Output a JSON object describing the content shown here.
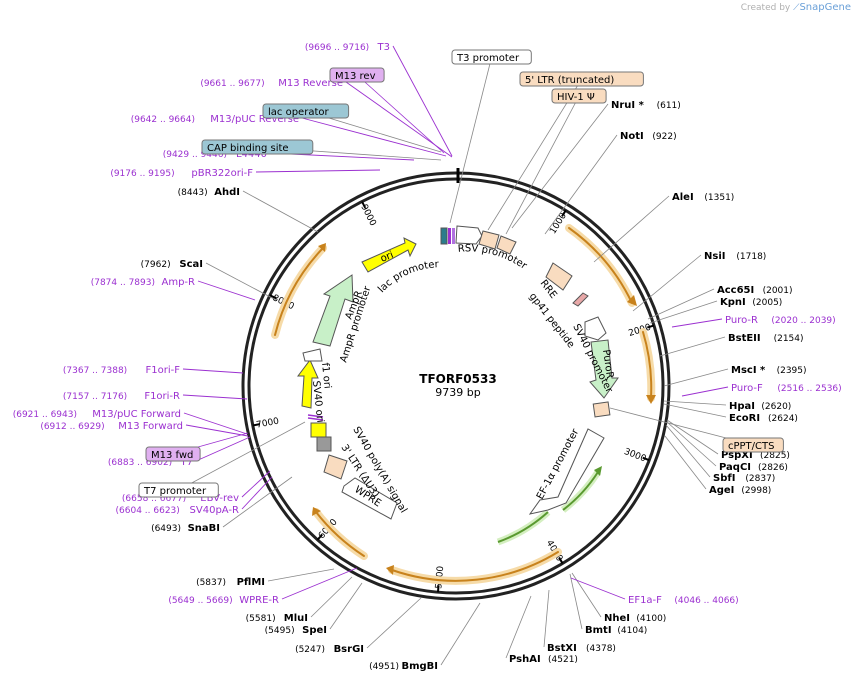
{
  "brand": {
    "prefix": "Created by",
    "name": "SnapGene"
  },
  "plasmid": {
    "name": "TFORF0533",
    "size": "9739 bp"
  },
  "ticks": [
    {
      "label": "1000",
      "angle": 32
    },
    {
      "label": "2000",
      "angle": 73
    },
    {
      "label": "3000",
      "angle": 111
    },
    {
      "label": "4000",
      "angle": 149
    },
    {
      "label": "5000",
      "angle": 185
    },
    {
      "label": "6000",
      "angle": 222
    },
    {
      "label": "7000",
      "angle": 259
    },
    {
      "label": "8000",
      "angle": 296
    },
    {
      "label": "9000",
      "angle": 333
    }
  ],
  "enzymes": [
    {
      "name": "NruI *",
      "pos": "(611)",
      "side": "R"
    },
    {
      "name": "NotI",
      "pos": "(922)",
      "side": "R"
    },
    {
      "name": "AleI",
      "pos": "(1351)",
      "side": "R"
    },
    {
      "name": "NsiI",
      "pos": "(1718)",
      "side": "R"
    },
    {
      "name": "Acc65I",
      "pos": "(2001)",
      "side": "R"
    },
    {
      "name": "KpnI",
      "pos": "(2005)",
      "side": "R"
    },
    {
      "name": "BstEII",
      "pos": "(2154)",
      "side": "R"
    },
    {
      "name": "MscI *",
      "pos": "(2395)",
      "side": "R"
    },
    {
      "name": "HpaI",
      "pos": "(2620)",
      "side": "R"
    },
    {
      "name": "EcoRI",
      "pos": "(2624)",
      "side": "R"
    },
    {
      "name": "PspXI",
      "pos": "(2825)",
      "side": "R"
    },
    {
      "name": "PaqCI",
      "pos": "(2826)",
      "side": "R"
    },
    {
      "name": "SbfI",
      "pos": "(2837)",
      "side": "R"
    },
    {
      "name": "AgeI",
      "pos": "(2998)",
      "side": "R"
    },
    {
      "name": "NheI",
      "pos": "(4100)",
      "side": "R"
    },
    {
      "name": "BmtI",
      "pos": "(4104)",
      "side": "R"
    },
    {
      "name": "BstXI",
      "pos": "(4378)",
      "side": "R"
    },
    {
      "name": "PshAI",
      "pos": "(4521)",
      "side": "R"
    },
    {
      "name": "BmgBI",
      "pos": "(4951)",
      "side": "L"
    },
    {
      "name": "BsrGI",
      "pos": "(5247)",
      "side": "L"
    },
    {
      "name": "SpeI",
      "pos": "(5495)",
      "side": "L"
    },
    {
      "name": "MluI",
      "pos": "(5581)",
      "side": "L"
    },
    {
      "name": "PflMI",
      "pos": "(5837)",
      "side": "L"
    },
    {
      "name": "SnaBI",
      "pos": "(6493)",
      "side": "L"
    },
    {
      "name": "ScaI",
      "pos": "(7962)",
      "side": "L"
    },
    {
      "name": "AhdI",
      "pos": "(8443)",
      "side": "L"
    }
  ],
  "primers": [
    {
      "name": "Puro-R",
      "pos": "(2020 .. 2039)",
      "side": "R"
    },
    {
      "name": "Puro-F",
      "pos": "(2516 .. 2536)",
      "side": "R"
    },
    {
      "name": "EF1a-F",
      "pos": "(4046 .. 4066)",
      "side": "R"
    },
    {
      "name": "WPRE-R",
      "pos": "(5649 .. 5669)",
      "side": "L"
    },
    {
      "name": "SV40pA-R",
      "pos": "(6604 .. 6623)",
      "side": "L"
    },
    {
      "name": "EBV-rev",
      "pos": "(6658 .. 6677)",
      "side": "L"
    },
    {
      "name": "T7",
      "pos": "(6883 .. 6902)",
      "side": "L"
    },
    {
      "name": "M13 Forward",
      "pos": "(6912 .. 6929)",
      "side": "L"
    },
    {
      "name": "M13/pUC Forward",
      "pos": "(6921 .. 6943)",
      "side": "L"
    },
    {
      "name": "F1ori-R",
      "pos": "(7157 .. 7176)",
      "side": "L"
    },
    {
      "name": "F1ori-F",
      "pos": "(7367 .. 7388)",
      "side": "L"
    },
    {
      "name": "Amp-R",
      "pos": "(7874 .. 7893)",
      "side": "L"
    },
    {
      "name": "pBR322ori-F",
      "pos": "(9176 .. 9195)",
      "side": "L"
    },
    {
      "name": "L4440",
      "pos": "(9429 .. 9446)",
      "side": "L"
    },
    {
      "name": "M13/pUC Reverse",
      "pos": "(9642 .. 9664)",
      "side": "L"
    },
    {
      "name": "M13 Reverse",
      "pos": "(9661 .. 9677)",
      "side": "L"
    },
    {
      "name": "T3",
      "pos": "(9696 .. 9716)",
      "side": "L"
    }
  ],
  "boxed": [
    {
      "name": "T3 promoter",
      "type": "promoter"
    },
    {
      "name": "M13 rev",
      "type": "primer_bind"
    },
    {
      "name": "lac operator",
      "type": "protein_bind"
    },
    {
      "name": "CAP binding site",
      "type": "protein_bind"
    },
    {
      "name": "5' LTR (truncated)",
      "type": "ltr"
    },
    {
      "name": "HIV-1 Ψ",
      "type": "ltr"
    },
    {
      "name": "cPPT/CTS",
      "type": "ltr"
    },
    {
      "name": "M13 fwd",
      "type": "primer_bind"
    },
    {
      "name": "T7 promoter",
      "type": "promoter"
    }
  ],
  "features": [
    "RSV promoter",
    "RRE",
    "gp41 peptide",
    "SV40 promoter",
    "PuroR",
    "EF-1α promoter",
    "WPRE",
    "3' LTR (ΔU3)",
    "SV40 poly(A) signal",
    "SV40 ori",
    "f1 ori",
    "AmpR promoter",
    "AmpR",
    "ori",
    "lac promoter"
  ],
  "colors": {
    "primer": "#9b30d0",
    "promoter_fill": "#ffffff",
    "ltr_fill": "#f9dcc0",
    "protein_bind_fill": "#9cc7d4",
    "primer_bind_fill": "#e0b0f0",
    "cds_fill": "#c8f0c8",
    "ori_fill": "#ffff00",
    "orf_arrow": "#e8a030",
    "orf_arrow_green": "#6ab040"
  }
}
